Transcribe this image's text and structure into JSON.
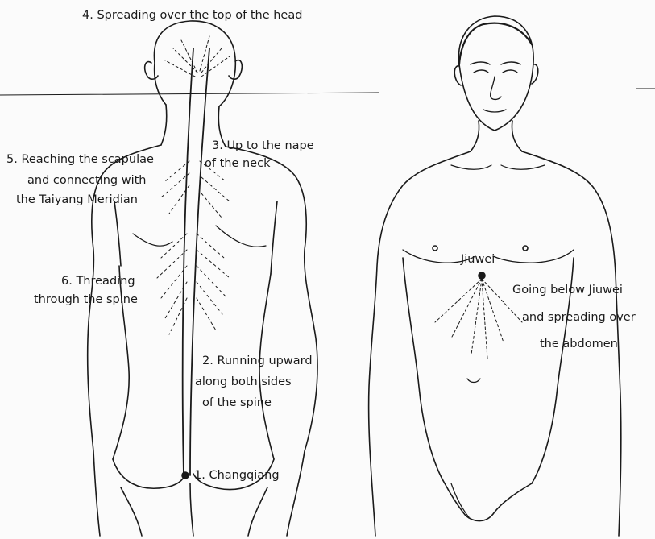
{
  "labels": {
    "top_head": "4. Spreading over the top of the head",
    "nape_l1": "3. Up to the nape",
    "nape_l2": "of the neck",
    "scap_l1": "5. Reaching the scapulae",
    "scap_l2": "and connecting with",
    "scap_l3": "the Taiyang Meridian",
    "spine_l1": "6. Threading",
    "spine_l2": "through the spine",
    "upward_l1": "2. Running upward",
    "upward_l2": "along both sides",
    "upward_l3": "of the spine",
    "changqiang": "1. Changqiang",
    "jiuwei": "Jiuwei",
    "below_l1": "Going below Jiuwei",
    "below_l2": "and spreading over",
    "below_l3": "the abdomen"
  },
  "colors": {
    "ink": "#1a1a1a",
    "paper": "#fbfbfb"
  }
}
